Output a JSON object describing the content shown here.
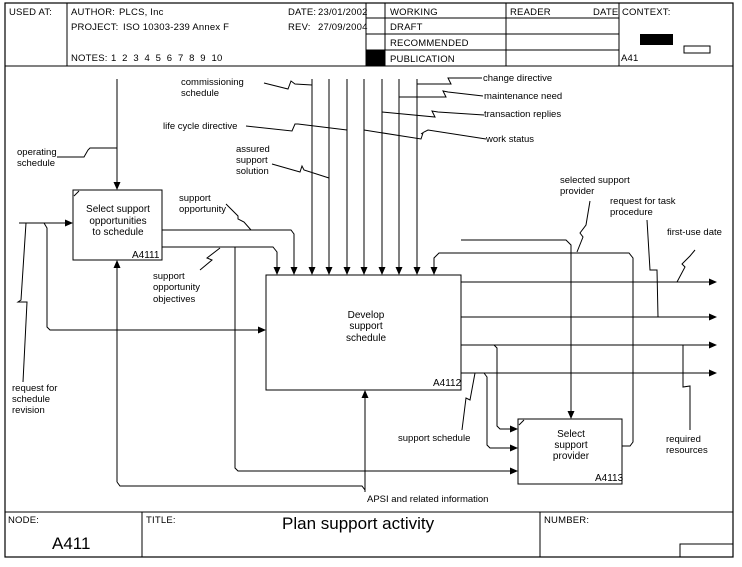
{
  "header": {
    "used_at_label": "USED AT:",
    "author_label": "AUTHOR:",
    "author": "PLCS, Inc",
    "project_label": "PROJECT:",
    "project": "ISO 10303-239 Annex F",
    "notes_label": "NOTES:",
    "notes": "1  2  3  4  5  6  7  8  9  10",
    "date_label": "DATE:",
    "date": "23/01/2002",
    "rev_label": "REV:",
    "rev": "27/09/2004",
    "status_options": [
      "WORKING",
      "DRAFT",
      "RECOMMENDED",
      "PUBLICATION"
    ],
    "status_selected": "PUBLICATION",
    "reader_label": "READER",
    "reader_date_label": "DATE",
    "context_label": "CONTEXT:",
    "context_node": "A41"
  },
  "activities": [
    {
      "id": "A4111",
      "lines": [
        "Select support",
        "opportunities",
        "to schedule"
      ]
    },
    {
      "id": "A4112",
      "lines": [
        "Develop",
        "support",
        "schedule"
      ]
    },
    {
      "id": "A4113",
      "lines": [
        "Select",
        "support",
        "provider"
      ]
    }
  ],
  "arrow_labels": {
    "commissioning_schedule": [
      "commissioning",
      "schedule"
    ],
    "life_cycle_directive": "life cycle directive",
    "assured_support_solution": [
      "assured",
      "support",
      "solution"
    ],
    "change_directive": "change directive",
    "maintenance_need": "maintenance need",
    "transaction_replies": "transaction replies",
    "work_status": "work status",
    "operating_schedule": [
      "operating",
      "schedule"
    ],
    "support_opportunity": [
      "support",
      "opportunity"
    ],
    "support_opportunity_objectives": [
      "support",
      "opportunity",
      "objectives"
    ],
    "selected_support_provider": [
      "selected support",
      "provider"
    ],
    "request_for_task_procedure": [
      "request for task",
      "procedure"
    ],
    "first_use_date": "first-use date",
    "request_for_schedule_revision": [
      "request for",
      "schedule",
      "revision"
    ],
    "support_schedule": "support schedule",
    "required_resources": [
      "required",
      "resources"
    ],
    "apsi": "APSI and related information"
  },
  "footer": {
    "node_label": "NODE:",
    "node": "A411",
    "title_label": "TITLE:",
    "title": "Plan support activity",
    "number_label": "NUMBER:"
  }
}
